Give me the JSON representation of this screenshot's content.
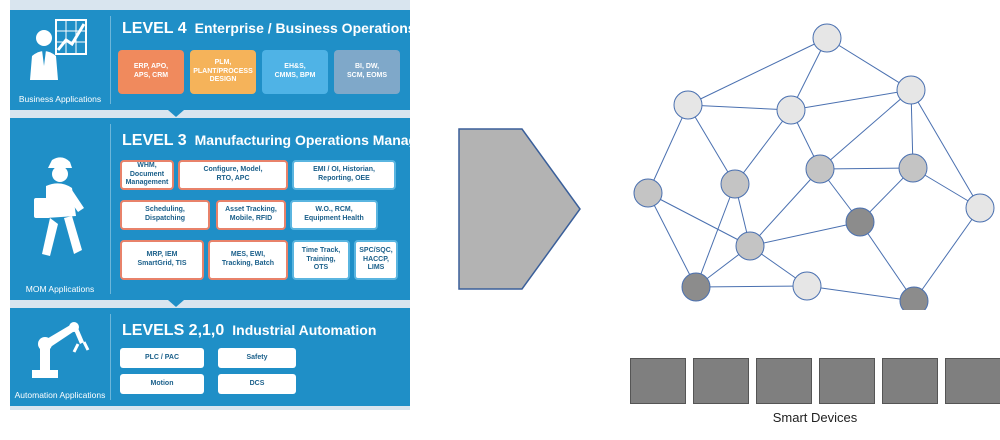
{
  "pyramid": {
    "level4": {
      "level_label": "LEVEL 4",
      "title": "Enterprise / Business Operations",
      "icon_caption": "Business Applications",
      "boxes": [
        {
          "text": "ERP, APO,\nAPS, CRM",
          "color": "#f08a5d"
        },
        {
          "text": "PLM,\nPLANT/PROCESS\nDESIGN",
          "color": "#f5b35a"
        },
        {
          "text": "EH&S,\nCMMS, BPM",
          "color": "#4fb3e6"
        },
        {
          "text": "BI, DW,\nSCM, EOMS",
          "color": "#7fa8c9"
        }
      ]
    },
    "level3": {
      "level_label": "LEVEL 3",
      "title": "Manufacturing Operations Management",
      "icon_caption": "MOM Applications",
      "boxes": [
        "WHM,\nDocument\nManagement",
        "Configure, Model,\nRTO, APC",
        "EMI / OI, Historian,\nReporting, OEE",
        "Scheduling,\nDispatching",
        "Asset Tracking,\nMobile, RFID",
        "W.O., RCM,\nEquipment Health",
        "MRP, IEM\nSmartGrid, TIS",
        "MES, EWI,\nTracking, Batch",
        "Time Track,\nTraining,\nOTS",
        "SPC/SQC,\nHACCP,\nLIMS"
      ]
    },
    "level2": {
      "level_label": "LEVELS 2,1,0",
      "title": "Industrial Automation",
      "icon_caption": "Automation Applications",
      "boxes": [
        "PLC / PAC",
        "Safety",
        "Motion",
        "DCS"
      ]
    }
  },
  "devices": {
    "label": "Smart Devices",
    "count": 6
  },
  "colors": {
    "band": "#1f8fc7",
    "node_light": "#e6e6e6",
    "node_mid": "#c4c4c4",
    "node_dark": "#8c8c8c",
    "arrow_fill": "#b3b3b3",
    "arrow_stroke": "#3a5f9a",
    "edge": "#4a70b0"
  }
}
